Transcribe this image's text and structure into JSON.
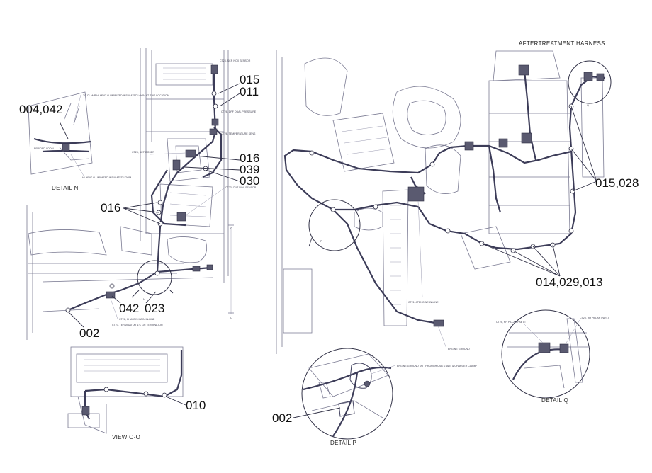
{
  "titles": {
    "detail_n": "DETAIL N",
    "view_oo": "VIEW O-O",
    "detail_p": "DETAIL P",
    "detail_q": "DETAIL Q",
    "aftertreatment": "AFTERTREATMENT HARNESS"
  },
  "callouts": {
    "c004_042": "004,042",
    "c015_011": "015\n011",
    "c015": "015",
    "c011": "011",
    "c016_a": "016",
    "c039": "039",
    "c030": "030",
    "c016_b": "016",
    "c042": "042",
    "c023": "023",
    "c002_a": "002",
    "c010": "010",
    "c002_b": "002",
    "c015_028": "015,028",
    "c014_029_013": "014,029,013"
  },
  "notes": {
    "n_clamp_heat": "TO CLAMP HI HEAT ALUMINIZED INSULATED LOOM AT THIS LOCATION",
    "n_braided": "BRAIDED LOOM",
    "n_hiheat": "HI-HEAT ALUMINIZED INSULATED LOOM",
    "n_scr_nox": "CT23, SCR NOX SENSOR",
    "n_dpf_dual": "CT26, DPF DUAL PRESSURE",
    "n_temp_sens": "CT26, TEMPERATURE SENS",
    "n_def_doser": "CT23, DEF DOSER",
    "n_out_nox": "CT23, OUT NOX SENSOR",
    "n_chassis": "CT26, CHASSIS MAIN IN-LINE",
    "n_terminator": "CT27, TERMINATOR & CT26 TERMINATOR",
    "n_atengine": "CT21, ATENGINE IN-LINE",
    "n_engine_ground": "ENGINE GROUND",
    "n_ground_clamp": "ENGINE GROUND DO THROUGH USB START & CHARGER CLAMP",
    "n_rh_pillar_fab": "CT25, RH PILLAR FAB LT",
    "n_rh_pillar_ind": "CT25, RH PILLAR IND LT"
  },
  "marks": {
    "n": "N",
    "p": "P",
    "q": "Q",
    "o_top": "O",
    "o_bottom": "O"
  }
}
